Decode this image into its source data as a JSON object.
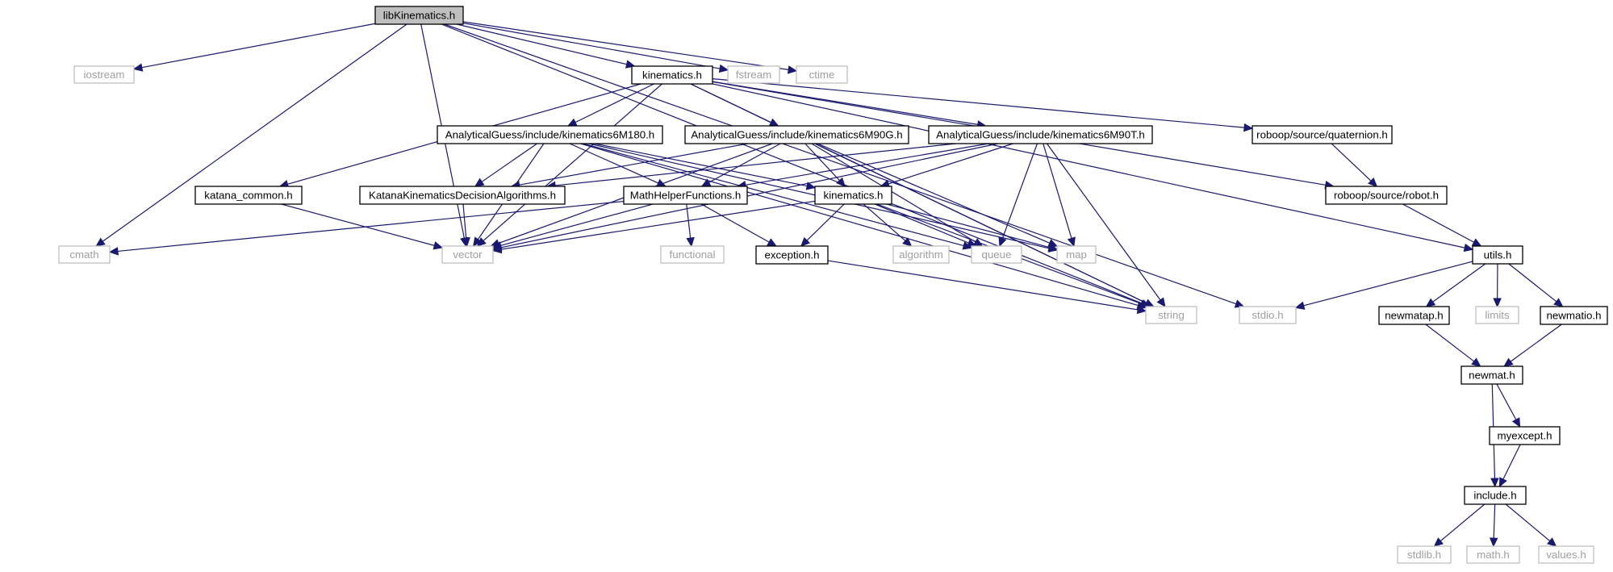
{
  "colors": {
    "edge": "#191970",
    "external_border": "#bfbfbf",
    "root_fill": "#bfbfbf",
    "node_border": "#000000",
    "external_text": "#9f9f9f"
  },
  "nodes": [
    {
      "id": "libKinematics",
      "label": "libKinematics.h",
      "kind": "root"
    },
    {
      "id": "iostream",
      "label": "iostream",
      "kind": "external"
    },
    {
      "id": "kinematics_top",
      "label": "kinematics.h",
      "kind": "file"
    },
    {
      "id": "fstream",
      "label": "fstream",
      "kind": "external"
    },
    {
      "id": "ctime",
      "label": "ctime",
      "kind": "external"
    },
    {
      "id": "ag_6m180",
      "label": "AnalyticalGuess/include/kinematics6M180.h",
      "kind": "file"
    },
    {
      "id": "ag_6m90g",
      "label": "AnalyticalGuess/include/kinematics6M90G.h",
      "kind": "file"
    },
    {
      "id": "ag_6m90t",
      "label": "AnalyticalGuess/include/kinematics6M90T.h",
      "kind": "file"
    },
    {
      "id": "quaternion",
      "label": "roboop/source/quaternion.h",
      "kind": "file"
    },
    {
      "id": "katana_common",
      "label": "katana_common.h",
      "kind": "file"
    },
    {
      "id": "kkda",
      "label": "KatanaKinematicsDecisionAlgorithms.h",
      "kind": "file"
    },
    {
      "id": "mathhelper",
      "label": "MathHelperFunctions.h",
      "kind": "file"
    },
    {
      "id": "kinematics_mid",
      "label": "kinematics.h",
      "kind": "file"
    },
    {
      "id": "robot",
      "label": "roboop/source/robot.h",
      "kind": "file"
    },
    {
      "id": "cmath",
      "label": "cmath",
      "kind": "external"
    },
    {
      "id": "vector",
      "label": "vector",
      "kind": "external"
    },
    {
      "id": "functional",
      "label": "functional",
      "kind": "external"
    },
    {
      "id": "exception",
      "label": "exception.h",
      "kind": "file"
    },
    {
      "id": "algorithm",
      "label": "algorithm",
      "kind": "external"
    },
    {
      "id": "queue",
      "label": "queue",
      "kind": "external"
    },
    {
      "id": "map",
      "label": "map",
      "kind": "external"
    },
    {
      "id": "utils",
      "label": "utils.h",
      "kind": "file"
    },
    {
      "id": "string",
      "label": "string",
      "kind": "external"
    },
    {
      "id": "stdio",
      "label": "stdio.h",
      "kind": "external"
    },
    {
      "id": "newmatap",
      "label": "newmatap.h",
      "kind": "file"
    },
    {
      "id": "limits",
      "label": "limits",
      "kind": "external"
    },
    {
      "id": "newmatio",
      "label": "newmatio.h",
      "kind": "file"
    },
    {
      "id": "newmat",
      "label": "newmat.h",
      "kind": "file"
    },
    {
      "id": "myexcept",
      "label": "myexcept.h",
      "kind": "file"
    },
    {
      "id": "include",
      "label": "include.h",
      "kind": "file"
    },
    {
      "id": "stdlib",
      "label": "stdlib.h",
      "kind": "external"
    },
    {
      "id": "math",
      "label": "math.h",
      "kind": "external"
    },
    {
      "id": "values",
      "label": "values.h",
      "kind": "external"
    }
  ],
  "edges": [
    [
      "libKinematics",
      "iostream"
    ],
    [
      "libKinematics",
      "kinematics_top"
    ],
    [
      "libKinematics",
      "fstream"
    ],
    [
      "libKinematics",
      "ctime"
    ],
    [
      "libKinematics",
      "cmath"
    ],
    [
      "libKinematics",
      "vector"
    ],
    [
      "libKinematics",
      "string"
    ],
    [
      "libKinematics",
      "stdio"
    ],
    [
      "kinematics_top",
      "ag_6m180"
    ],
    [
      "kinematics_top",
      "ag_6m90g"
    ],
    [
      "kinematics_top",
      "ag_6m90t"
    ],
    [
      "kinematics_top",
      "quaternion"
    ],
    [
      "kinematics_top",
      "robot"
    ],
    [
      "kinematics_top",
      "katana_common"
    ],
    [
      "kinematics_top",
      "vector"
    ],
    [
      "kinematics_top",
      "string"
    ],
    [
      "kinematics_top",
      "utils"
    ],
    [
      "ag_6m180",
      "kkda"
    ],
    [
      "ag_6m180",
      "mathhelper"
    ],
    [
      "ag_6m180",
      "kinematics_mid"
    ],
    [
      "ag_6m180",
      "vector"
    ],
    [
      "ag_6m180",
      "queue"
    ],
    [
      "ag_6m180",
      "map"
    ],
    [
      "ag_6m180",
      "string"
    ],
    [
      "ag_6m90g",
      "kkda"
    ],
    [
      "ag_6m90g",
      "mathhelper"
    ],
    [
      "ag_6m90g",
      "kinematics_mid"
    ],
    [
      "ag_6m90g",
      "vector"
    ],
    [
      "ag_6m90g",
      "queue"
    ],
    [
      "ag_6m90g",
      "map"
    ],
    [
      "ag_6m90g",
      "string"
    ],
    [
      "ag_6m90t",
      "kkda"
    ],
    [
      "ag_6m90t",
      "mathhelper"
    ],
    [
      "ag_6m90t",
      "kinematics_mid"
    ],
    [
      "ag_6m90t",
      "vector"
    ],
    [
      "ag_6m90t",
      "queue"
    ],
    [
      "ag_6m90t",
      "map"
    ],
    [
      "ag_6m90t",
      "string"
    ],
    [
      "quaternion",
      "robot"
    ],
    [
      "robot",
      "utils"
    ],
    [
      "katana_common",
      "vector"
    ],
    [
      "kkda",
      "vector"
    ],
    [
      "mathhelper",
      "cmath"
    ],
    [
      "mathhelper",
      "vector"
    ],
    [
      "mathhelper",
      "functional"
    ],
    [
      "mathhelper",
      "exception"
    ],
    [
      "kinematics_mid",
      "vector"
    ],
    [
      "kinematics_mid",
      "exception"
    ],
    [
      "kinematics_mid",
      "algorithm"
    ],
    [
      "kinematics_mid",
      "queue"
    ],
    [
      "kinematics_mid",
      "map"
    ],
    [
      "kinematics_mid",
      "string"
    ],
    [
      "exception",
      "string"
    ],
    [
      "utils",
      "stdio"
    ],
    [
      "utils",
      "newmatap"
    ],
    [
      "utils",
      "limits"
    ],
    [
      "utils",
      "newmatio"
    ],
    [
      "newmatap",
      "newmat"
    ],
    [
      "newmatio",
      "newmat"
    ],
    [
      "newmat",
      "myexcept"
    ],
    [
      "newmat",
      "include"
    ],
    [
      "myexcept",
      "include"
    ],
    [
      "include",
      "stdlib"
    ],
    [
      "include",
      "math"
    ],
    [
      "include",
      "values"
    ]
  ]
}
